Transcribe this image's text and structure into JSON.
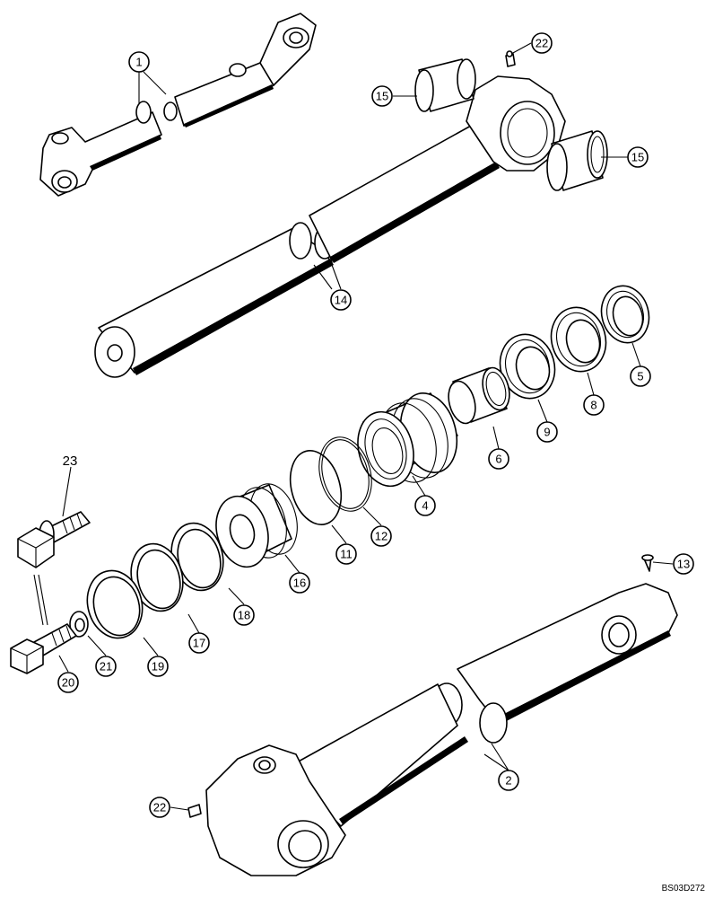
{
  "callouts": [
    {
      "id": "1",
      "label": "1"
    },
    {
      "id": "2",
      "label": "2"
    },
    {
      "id": "4",
      "label": "4"
    },
    {
      "id": "5",
      "label": "5"
    },
    {
      "id": "6",
      "label": "6"
    },
    {
      "id": "8",
      "label": "8"
    },
    {
      "id": "9",
      "label": "9"
    },
    {
      "id": "11",
      "label": "11"
    },
    {
      "id": "12",
      "label": "12"
    },
    {
      "id": "13",
      "label": "13"
    },
    {
      "id": "14",
      "label": "14"
    },
    {
      "id": "15a",
      "label": "15"
    },
    {
      "id": "15b",
      "label": "15"
    },
    {
      "id": "16",
      "label": "16"
    },
    {
      "id": "17",
      "label": "17"
    },
    {
      "id": "18",
      "label": "18"
    },
    {
      "id": "19",
      "label": "19"
    },
    {
      "id": "20",
      "label": "20"
    },
    {
      "id": "21",
      "label": "21"
    },
    {
      "id": "22a",
      "label": "22"
    },
    {
      "id": "22b",
      "label": "22"
    }
  ],
  "plain_labels": {
    "bolt_23": "23"
  },
  "reference_code": "BS03D272"
}
